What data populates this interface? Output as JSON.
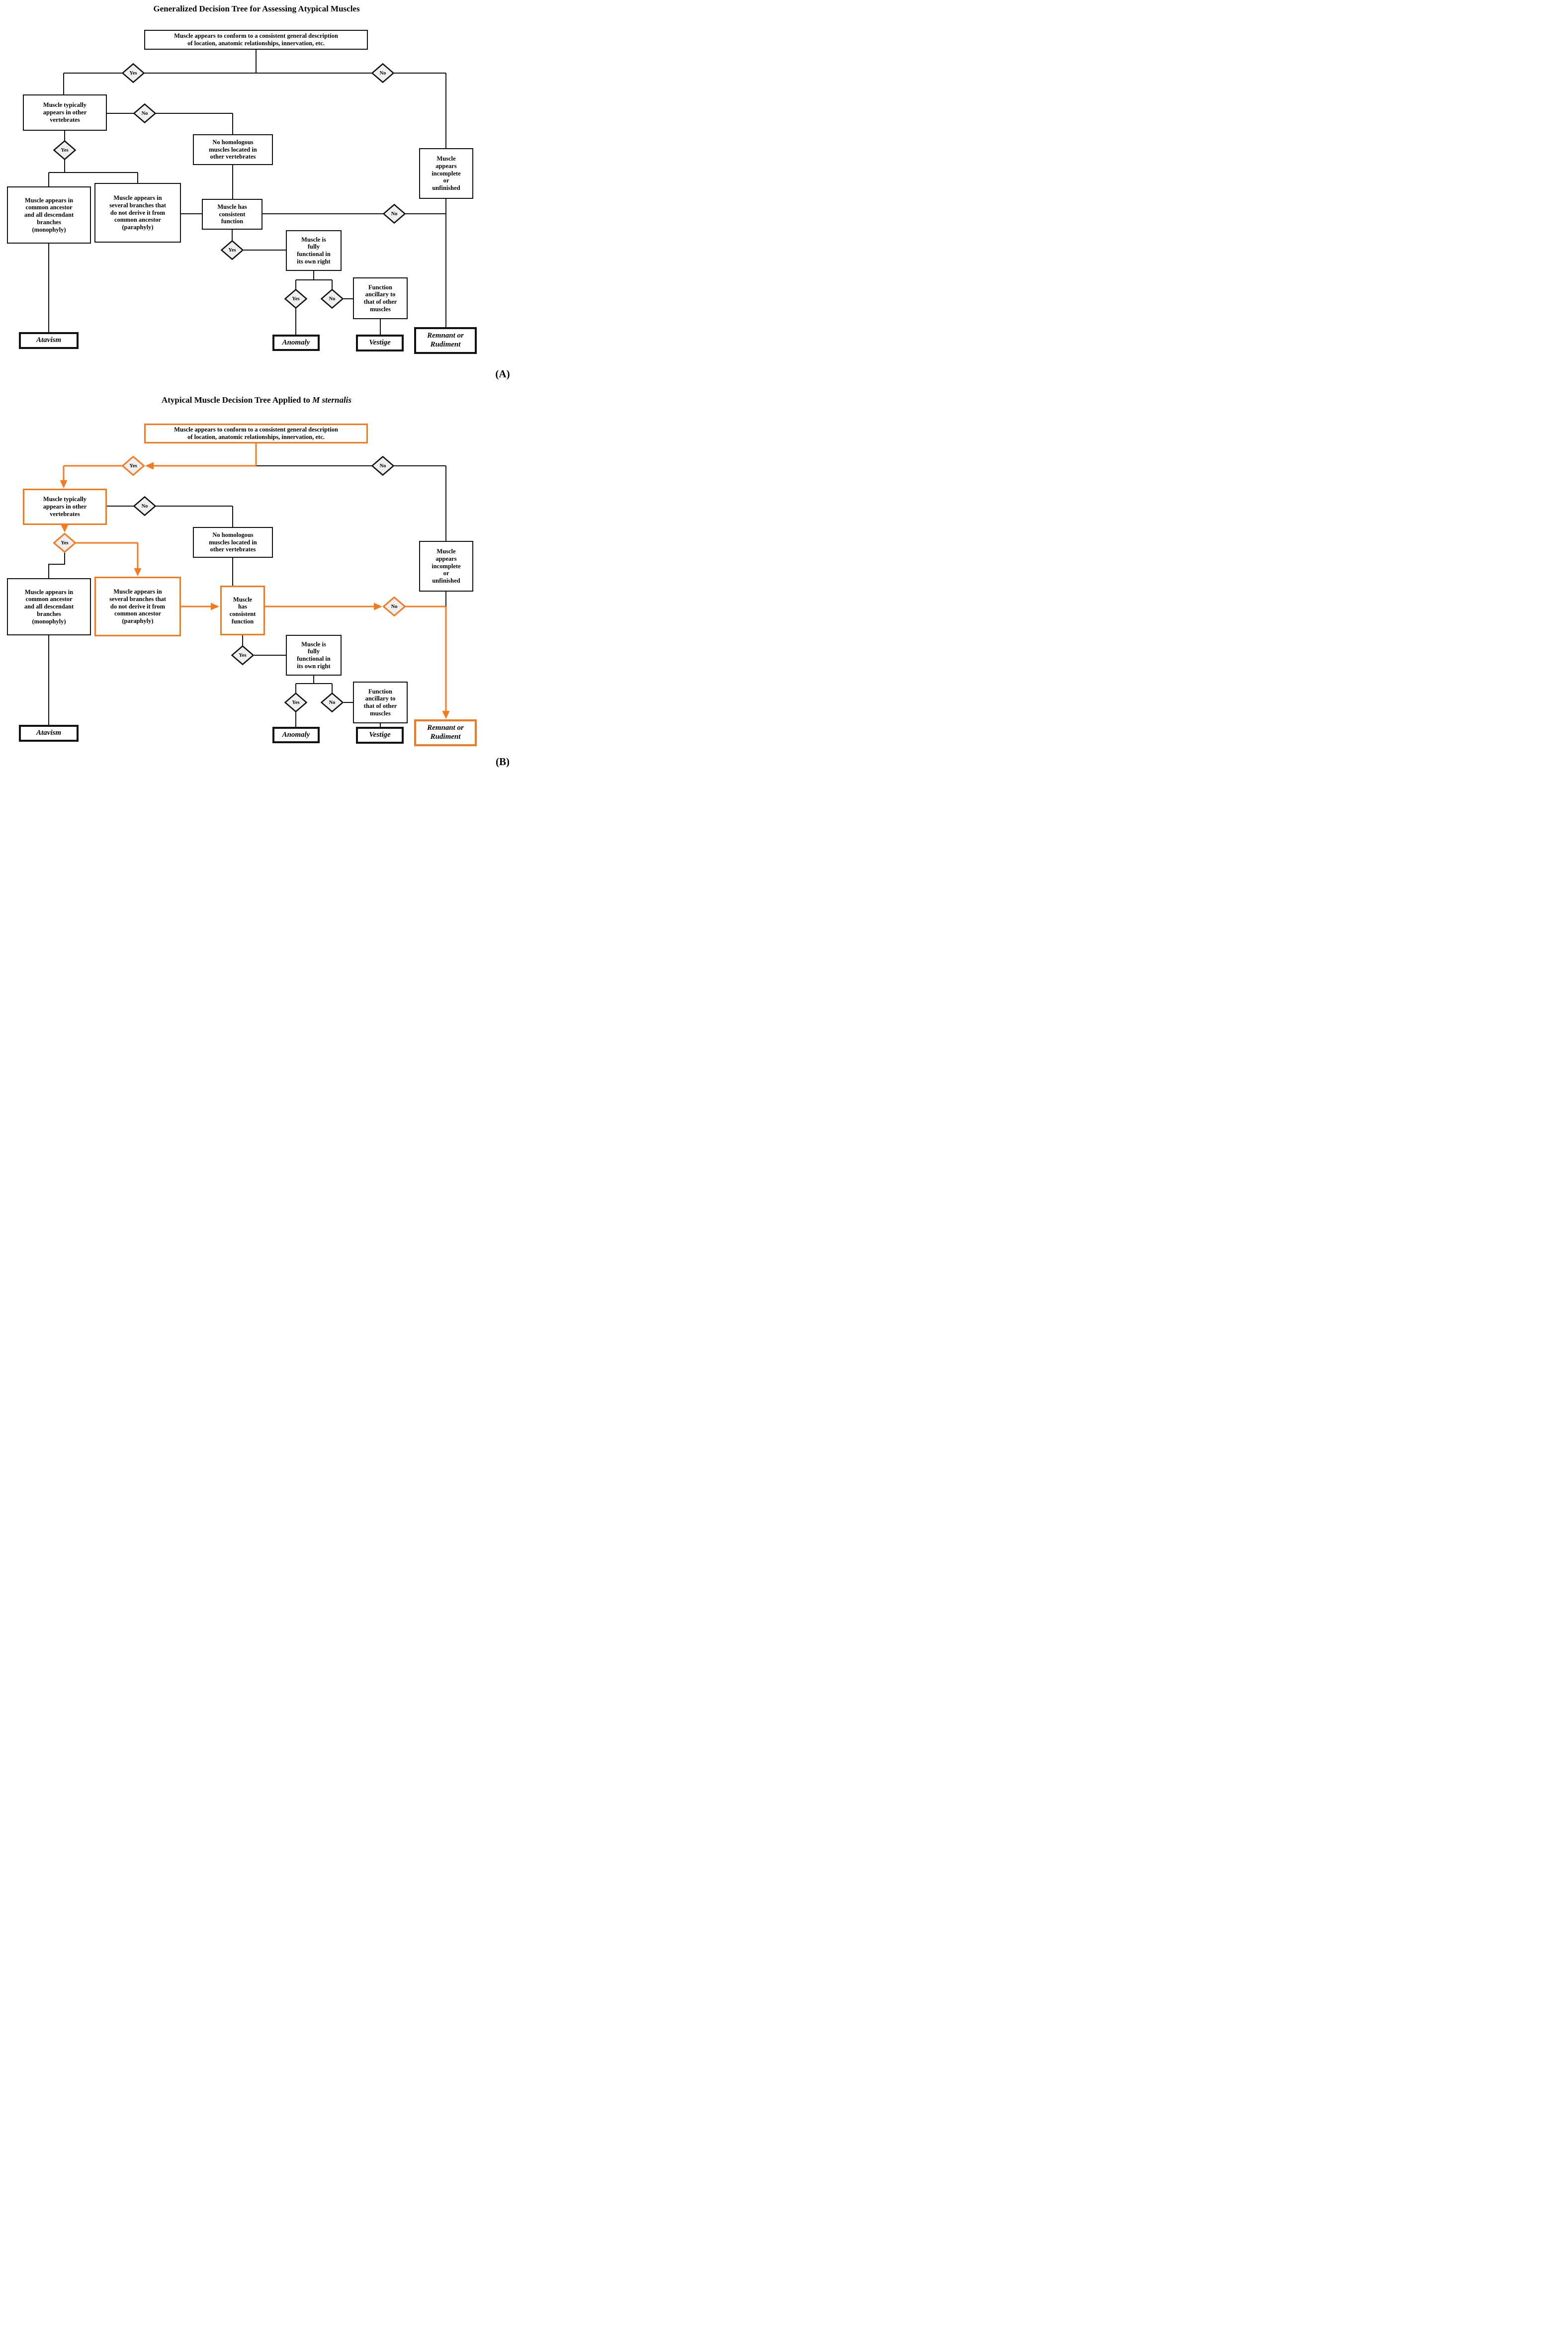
{
  "diagram_a": {
    "title": "Generalized Decision Tree for Assessing Atypical Muscles",
    "corner_label": "(A)"
  },
  "diagram_b": {
    "title_prefix": "Atypical Muscle Decision Tree Applied to",
    "title_species": "M sternalis",
    "corner_label": "(B)"
  },
  "nodes": {
    "root": "Muscle appears to conform to a consistent general description\nof location, anatomic relationships, innervation, etc.",
    "typical": "Muscle typically\nappears in other\nvertebrates",
    "no_homologous": "No homologous\nmuscles located in\nother vertebrates",
    "monophyly": "Muscle appears in\ncommon ancestor\nand all descendant\nbranches\n(monophyly)",
    "paraphyly": "Muscle appears in\nseveral branches that\ndo not derive it from\ncommon ancestor\n(paraphyly)",
    "consistent_function": "Muscle has\nconsistent\nfunction",
    "fully_functional": "Muscle is\nfully\nfunctional in\nits own right",
    "ancillary": "Function\nancillary to\nthat of other\nmuscles",
    "incomplete": "Muscle\nappears\nincomplete\nor\nunfinished",
    "atavism": "Atavism",
    "anomaly": "Anomaly",
    "vestige": "Vestige",
    "remnant": "Remnant or\nRudiment"
  },
  "nodes_b": {
    "consistent_function": "Muscle\nhas\nconsistent\nfunction"
  },
  "decisions": {
    "yes": "Yes",
    "no": "No"
  },
  "colors": {
    "highlight_orange": "#F7791E",
    "line_black": "#111111",
    "diamond_fill": "#EFEFEF"
  }
}
